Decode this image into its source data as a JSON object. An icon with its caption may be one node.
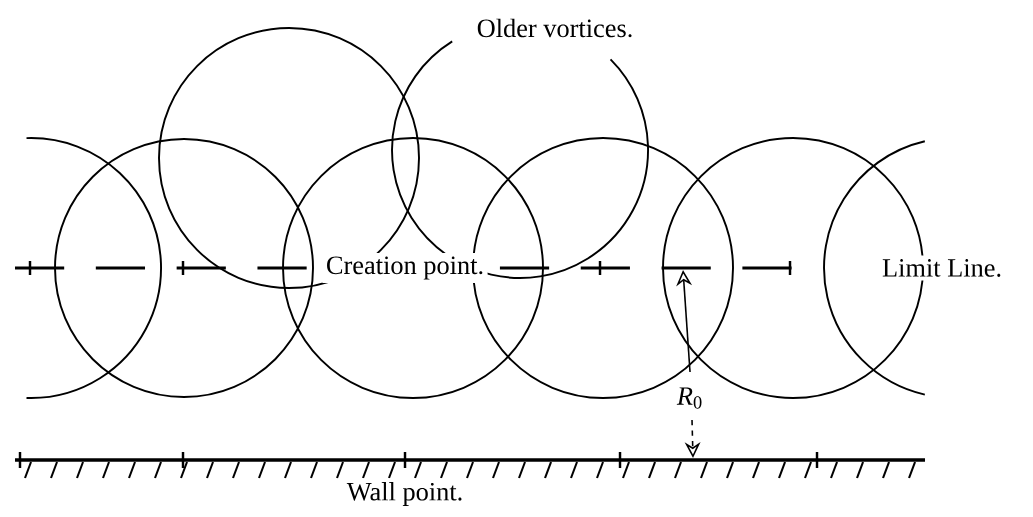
{
  "diagram": {
    "labels": [
      "Older vortices.",
      "Creation point.",
      "Limit Line.",
      "*R*$_{0}$",
      "Wall point."
    ]
  }
}
